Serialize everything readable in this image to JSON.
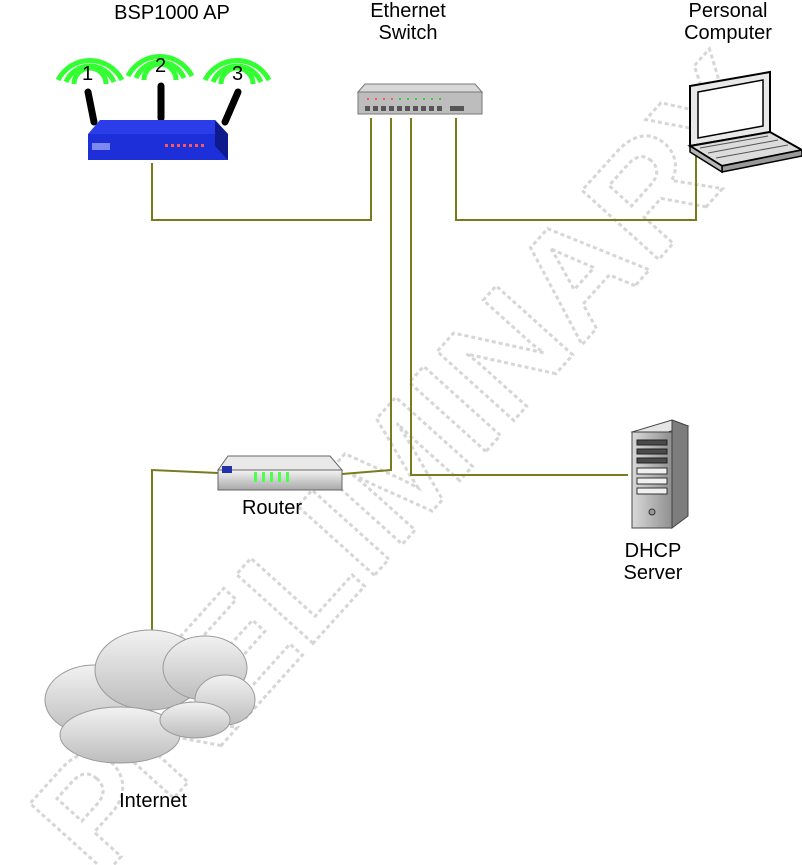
{
  "watermark": "PRELIMINARY",
  "nodes": {
    "ap": {
      "label": "BSP1000 AP",
      "antennas": [
        "1",
        "2",
        "3"
      ]
    },
    "switch": {
      "label_line1": "Ethernet",
      "label_line2": "Switch"
    },
    "pc": {
      "label_line1": "Personal",
      "label_line2": "Computer"
    },
    "router": {
      "label": "Router"
    },
    "dhcp": {
      "label_line1": "DHCP",
      "label_line2": "Server"
    },
    "internet": {
      "label": "Internet"
    }
  },
  "links": [
    {
      "from": "ap",
      "to": "switch"
    },
    {
      "from": "switch",
      "to": "pc"
    },
    {
      "from": "switch",
      "to": "router"
    },
    {
      "from": "switch",
      "to": "dhcp"
    },
    {
      "from": "router",
      "to": "internet"
    }
  ],
  "colors": {
    "cable": "#7a7a1e",
    "wifi": "#33ff33",
    "ap_body": "#1c2fd9",
    "router_led": "#4dff4d"
  }
}
